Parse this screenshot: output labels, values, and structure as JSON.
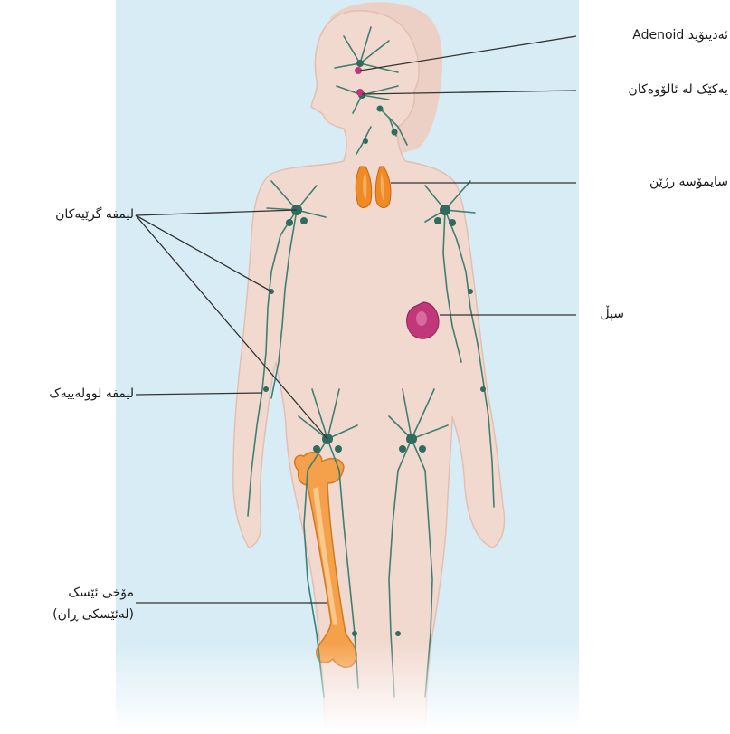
{
  "labels": {
    "adenoid": "ئەدینۆید Adenoid",
    "tonsils": "یەکێک لە ئالۆوەکان",
    "thymus": "سایمۆسە رژێن",
    "lymph_nodes": "لیمفە گرێیەکان",
    "spleen": "سپڵ",
    "lymph_vessel": "لیمفە لوولەییەک",
    "bone_marrow_line1": "مۆخی ئێسک",
    "bone_marrow_line2": "(لەئێسکی ڕان)"
  },
  "colors": {
    "background_panel": "#d8ecf5",
    "skin": "#f2d9cf",
    "skin_edge": "#e3bfb0",
    "lymph_green": "#3f7f72",
    "thymus_orange": "#f08a24",
    "spleen_purple": "#c0387a",
    "bone_orange": "#f5a04a",
    "leader_line": "#333333"
  }
}
